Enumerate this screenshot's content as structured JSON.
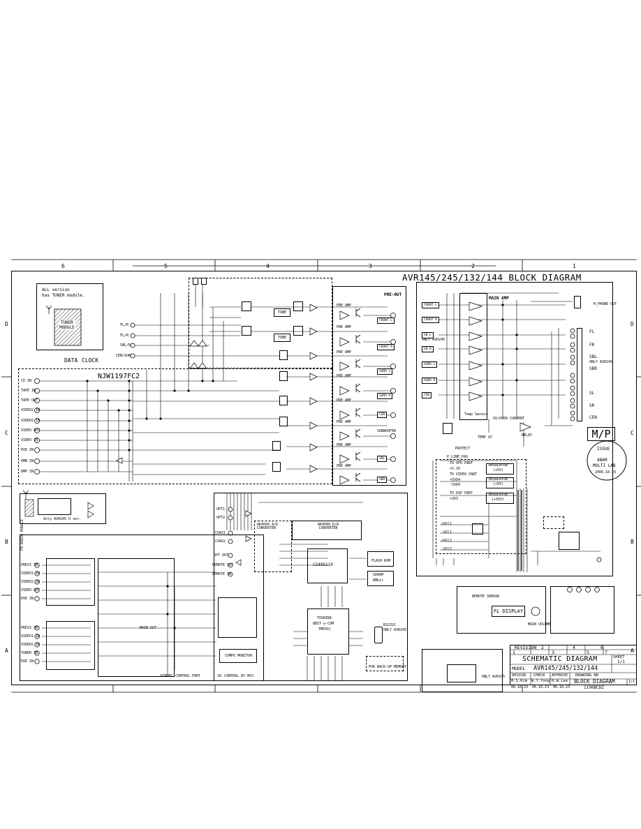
{
  "title": "AVR145/245/132/144 BLOCK DIAGRAM",
  "columns": [
    "6",
    "5",
    "4",
    "3",
    "2",
    "1"
  ],
  "rows": [
    "D",
    "C",
    "B",
    "A"
  ],
  "tuner_note": {
    "line1": "ALL version",
    "line2": "has TUNER module.",
    "module": "TUNER\nMODULE"
  },
  "ic_main": "NJW1197FC2",
  "data_label": "DATA",
  "clock_label": "CLOCK",
  "pre_out": "PRE-OUT",
  "main_amp": "MAIN AMP",
  "temp_sensor": "Temp Sensor",
  "inputs": [
    "CD IN",
    "TAPE IN",
    "TAPE OUT",
    "VIDEO2 IN",
    "VIDEO2 IN",
    "VIDEO OUT",
    "VIDEO IN",
    "DVD IN",
    "6MB IN",
    "DMP IN"
  ],
  "selector_inputs": [
    "FL/R",
    "FL/R",
    "SBL/R",
    "CEN/SUB"
  ],
  "pre_amp_label": "PRE AMP",
  "tone_label": "TONE",
  "pre_outputs": [
    "FRONT L",
    "FRONT R",
    "SURR L",
    "SURR R",
    "CEN",
    "SUBWOOFER",
    "SBL",
    "SBR"
  ],
  "amp_inputs": [
    "FRONT L",
    "FRONT R",
    "SB L",
    "SB R",
    "SURR L",
    "SURR R",
    "CEN"
  ],
  "speaker_outputs": [
    "FL",
    "FR",
    "SBL",
    "SBR",
    "SL",
    "SR",
    "CEN"
  ],
  "sbl_note": "ONLY AVR245",
  "hp_out": "H_PHONE OUT",
  "protect": "PROTECT",
  "temp_uv": "TEMP UY",
  "overcurrent": "OV/OVER CURRENT",
  "relay": "RELAY",
  "mp_logo": "M/P",
  "issue_stamp": {
    "line1": "ISSUE",
    "line2": "ANAM",
    "line3": "MULTI LAB",
    "date": "2006.10.23"
  },
  "power": {
    "p_line": "P_LINE_PAS",
    "to_vfd": "TO VFD PART",
    "v1": "+5.3V",
    "to_video": "TO VIDEO PART",
    "v2": "+5VD4",
    "v3": "-5VD4",
    "to_dsp": "TO DSP PART",
    "v4": "+3V3",
    "regulator": "REGULATOR",
    "reg1": "(+5V)",
    "reg2": "(+5V)",
    "reg3": "(+3V3)",
    "vcc": [
      "+VCC1",
      "-VCC1",
      "+VCC2",
      "-VCC2"
    ]
  },
  "fm_module": {
    "label": "FM RADIO MODULE",
    "note": "Only AVR245 U ver."
  },
  "dsp": {
    "adc": "AK4569 A/D CONVERTER",
    "dac": "AK4589 D/A CONVERTER",
    "dsp_chip": "CS495110",
    "flash": "FLASH ROM",
    "sdram": "SDRAM",
    "sdram_note": "8Mbit"
  },
  "digital_inputs": [
    "OPT1",
    "OPT2",
    "COAX1",
    "COAX2",
    "OPT OUT",
    "REMOTE OUT",
    "REMOTE IN"
  ],
  "mcu": {
    "line1": "TOSHIBA",
    "line2": "8BIT u-COM",
    "line3": "TMP91C"
  },
  "rs232": "RS232C",
  "rs232_note": "ONLY AVR245",
  "eeprom_note": "FOR BACK-UP MEMORY",
  "fl_display": "FL DISPLAY",
  "remote_sensor": "REMOTE SENSOR",
  "volume": "MAIN VOLUME",
  "only_avr245": "ONLY AVR245",
  "video_section": {
    "inputs": [
      "PRE15 IN",
      "VIDEO1 IN",
      "VIDEO2 IN",
      "VIDEO OUT",
      "DVD IN"
    ],
    "comp_inputs": [
      "PRE15 IN",
      "VIDEO1 IN",
      "VIDEO2 IN",
      "TUNER IN",
      "DVD IN"
    ],
    "main_out": "MAIN OUT",
    "comp_monitor": "COMPO MONITOR",
    "control": "DC CONTROL BY MCU",
    "hi_out": "RIMOEC CONTROL PORT"
  },
  "title_block": {
    "revision": "REVISION",
    "rev_cols": [
      "2",
      "4",
      "6",
      "1",
      "3",
      "5",
      "7"
    ],
    "schematic": "SCHEMATIC DIAGRAM",
    "sheet": "SHEET",
    "sheet_val": "1/1",
    "model_label": "MODEL",
    "model": "AVR145/245/132/144",
    "design": "DESIGN",
    "check": "CHECK",
    "approve": "APPROVE",
    "drawing_no": "DRAWING NO",
    "designer": "M.S.Kim",
    "checker": "W.Y.Yong",
    "approver": "H.W.Lee",
    "drawing_name": "BLOCK DIAGRAM",
    "drawing_code": "1190BCDZ",
    "date1": "06.10.23",
    "date2": "06.10.23",
    "date3": "06.10.23",
    "page": "1/1"
  }
}
